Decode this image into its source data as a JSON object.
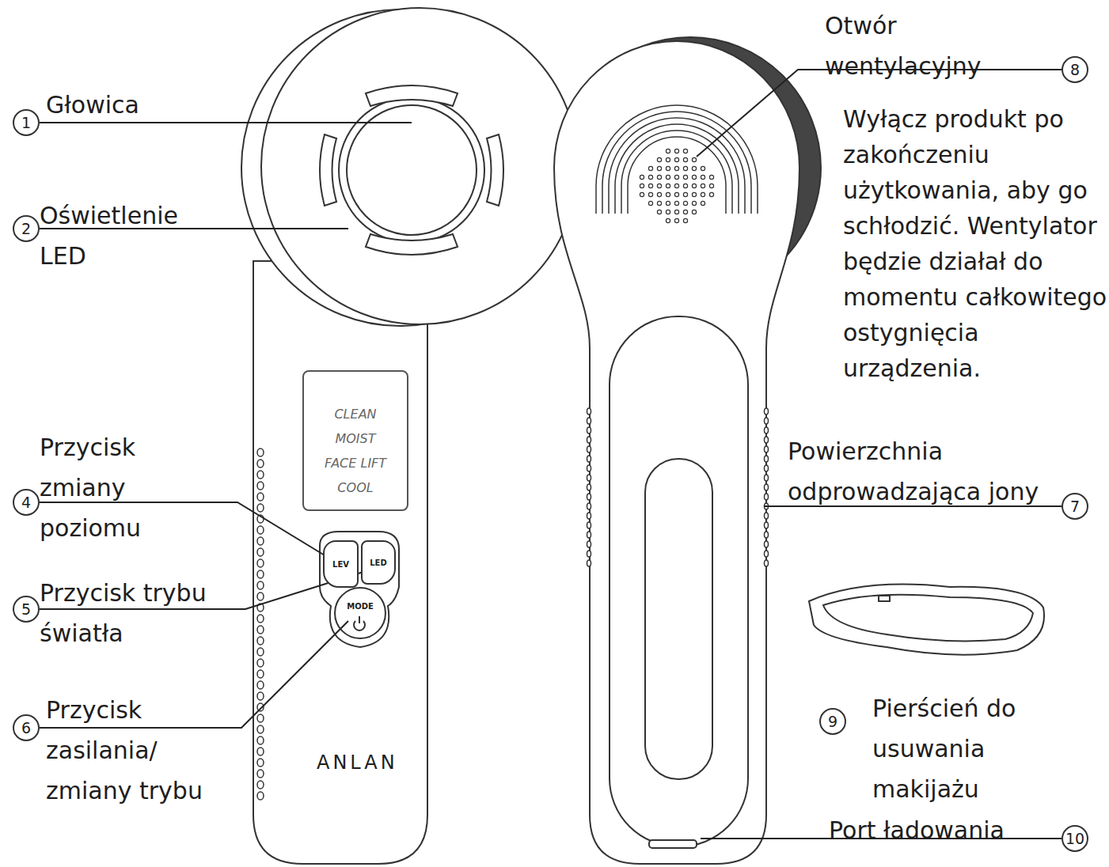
{
  "diagram": {
    "nodes": [
      {
        "text": [
          "1",
          "Głowica"
        ]
      },
      {
        "text": [
          "2",
          "Oświetlenie LED"
        ]
      },
      {
        "text": [
          "CLEAN",
          "MOIST",
          "FACE LIFT",
          "COOL"
        ]
      },
      {
        "text": [
          "LEV"
        ]
      },
      {
        "text": [
          "LED"
        ]
      },
      {
        "text": [
          "MODE"
        ]
      },
      {
        "text": [
          "4",
          "Przycisk zmiany poziomu"
        ]
      },
      {
        "text": [
          "5",
          "Przycisk trybu światła"
        ]
      },
      {
        "text": [
          "6",
          "Przycisk zasilania/ zmiany trybu"
        ]
      },
      {
        "text": [
          "8",
          "Otwór wentylacyjny"
        ]
      },
      {
        "text": [
          "7",
          "Powierzchnia odprowadzająca jony"
        ]
      },
      {
        "text": [
          "9",
          "Pierścień do usuwania makijażu"
        ]
      },
      {
        "text": [
          "10",
          "Port ładowania"
        ]
      }
    ],
    "labels": [
      "Wyłącz produkt po zakończeniu użytkowania, aby go schłodzić. Wentylator będzie działał do momentu całkowitego ostygnięcia urządzenia.",
      "ANLAN"
    ]
  }
}
